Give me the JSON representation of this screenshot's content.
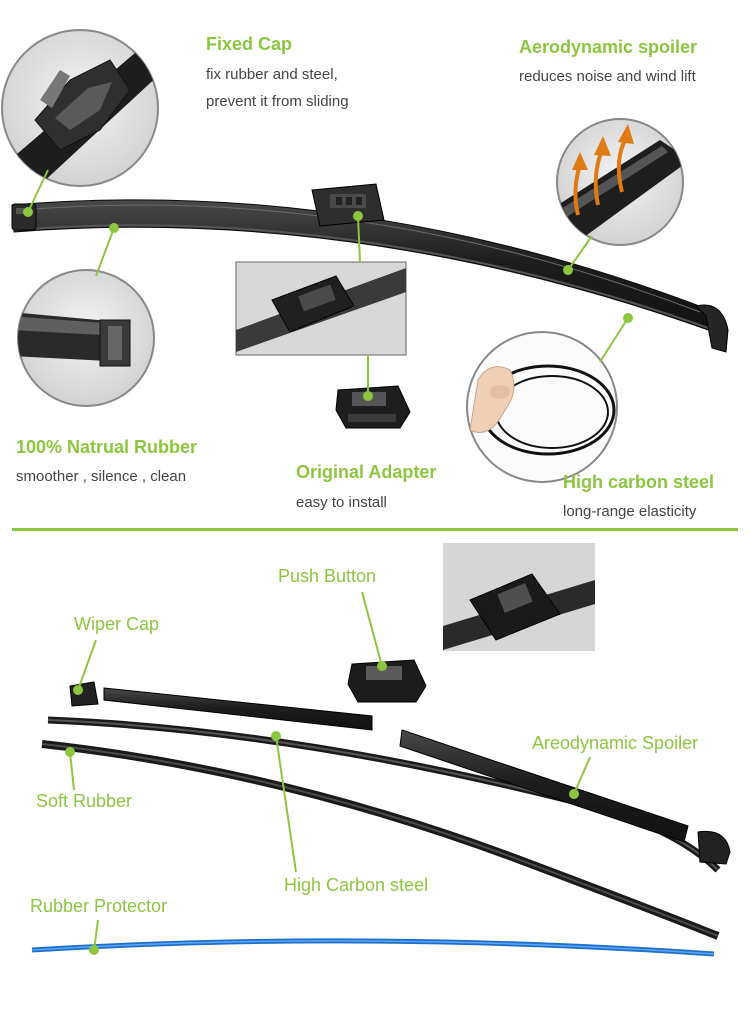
{
  "colors": {
    "accent": "#8cc63f",
    "divider": "#8cc63f",
    "label": "#444444",
    "blade": "#1c1c1c",
    "protector": "#1f6fc9"
  },
  "features": {
    "fixed_cap": {
      "title": "Fixed Cap",
      "line1": "fix rubber and steel,",
      "line2": "prevent it from sliding"
    },
    "aerodynamic_spoiler": {
      "title": "Aerodynamic spoiler",
      "line1": "reduces noise and wind lift"
    },
    "natural_rubber": {
      "title": "100% Natrual Rubber",
      "line1": "smoother , silence , clean"
    },
    "original_adapter": {
      "title": "Original Adapter",
      "line1": "easy to install"
    },
    "high_carbon_steel": {
      "title": "High carbon steel",
      "line1": "long-range elasticity"
    }
  },
  "parts": {
    "push_button": "Push Button",
    "wiper_cap": "Wiper Cap",
    "spoiler": "Areodynamic Spoiler",
    "soft_rubber": "Soft Rubber",
    "carbon_steel": "High Carbon steel",
    "rubber_protector": "Rubber Protector"
  }
}
